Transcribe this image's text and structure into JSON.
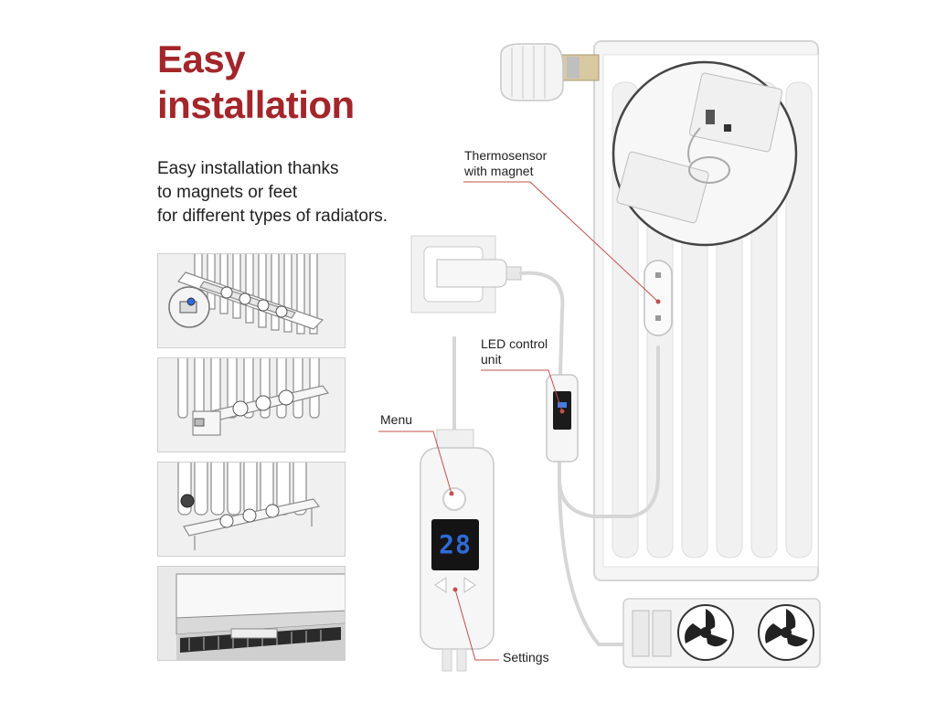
{
  "heading": {
    "lines": [
      "Easy",
      "installation"
    ],
    "color": "#a3262a"
  },
  "description": {
    "lines": [
      "Easy installation thanks",
      "to magnets or feet",
      "for different types of radiators."
    ]
  },
  "callouts": {
    "thermosensor": [
      "Thermosensor",
      "with magnet"
    ],
    "led_control": [
      "LED control",
      "unit"
    ],
    "menu": "Menu",
    "settings": "Settings"
  },
  "display": {
    "digits": "28",
    "color": "#2f6bd8"
  },
  "installation_examples": [
    {
      "name": "magnet-mounted-panel-radiator"
    },
    {
      "name": "feet-under-column-radiator"
    },
    {
      "name": "feet-under-cast-iron-radiator"
    },
    {
      "name": "floor-convector-trench"
    }
  ],
  "colors": {
    "leader_line": "#c0504d",
    "device_body": "#f2f2f2",
    "outline": "#9a9a9a"
  }
}
